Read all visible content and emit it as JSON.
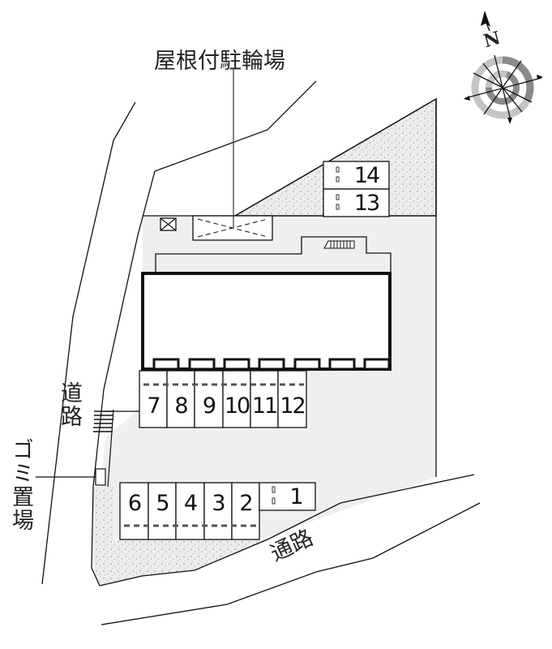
{
  "labels": {
    "covered_bicycle_parking": "屋根付駐輪場",
    "road_left": "道路",
    "garbage_area": "ゴミ置場",
    "passage_bottom": "通路",
    "north": "N"
  },
  "icons": {
    "compass": "compass-icon",
    "stairs": "stairs-icon",
    "box": "crossed-box-icon"
  },
  "colors": {
    "lot_fill": "#efefef",
    "line": "#111111",
    "planting_fill": "#e6e6e6",
    "compass_light": "#bdbdbd",
    "compass_dark": "#8a8a8a"
  },
  "parking": {
    "upper_row": [
      "7",
      "8",
      "9",
      "10",
      "11",
      "12"
    ],
    "lower_row": [
      "6",
      "5",
      "4",
      "3",
      "2"
    ],
    "single": "1",
    "side": [
      "14",
      "13"
    ]
  }
}
